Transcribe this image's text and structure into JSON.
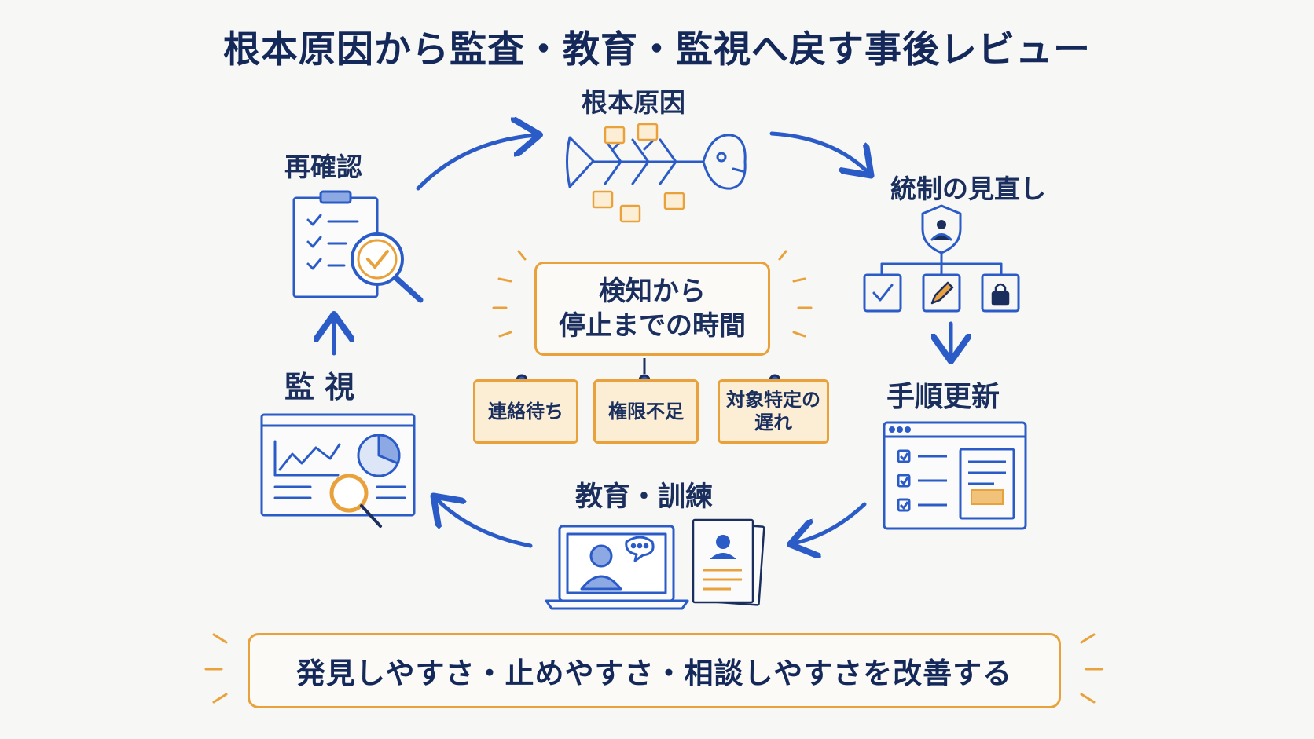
{
  "title": "根本原因から監査・教育・監視へ戻す事後レビュー",
  "cycle": {
    "root_cause": "根本原因",
    "control_review": "統制の見直し",
    "procedure_update": "手順更新",
    "training": "教育・訓練",
    "monitoring": "監 視",
    "reconfirm": "再確認"
  },
  "center": {
    "line1": "検知から",
    "line2": "停止までの時間"
  },
  "causes": [
    {
      "line1": "連絡待ち",
      "line2": ""
    },
    {
      "line1": "権限不足",
      "line2": ""
    },
    {
      "line1": "対象特定の",
      "line2": "遅れ"
    }
  ],
  "bottom_message": "発見しやすさ・止めやすさ・相談しやすさを改善する",
  "colors": {
    "blue": "#2a5bc7",
    "navy": "#1b2f5e",
    "orange": "#e9a13b",
    "light_orange": "#fbeed5"
  },
  "icons": [
    "fishbone-icon",
    "shield-user-icon",
    "checklist-window-icon",
    "laptop-video-icon",
    "profile-doc-icon",
    "dashboard-search-icon",
    "clipboard-search-icon"
  ]
}
